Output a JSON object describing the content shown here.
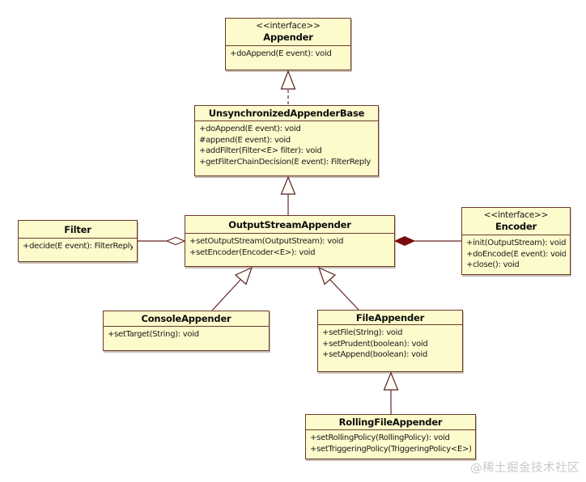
{
  "diagram": {
    "type": "uml-class-diagram",
    "watermark": "@稀土掘金技术社区",
    "colors": {
      "background": "#FFFFFF",
      "box_fill": "#FDFBCC",
      "box_border": "#6B3A2C",
      "relationship_line": "#6B2424",
      "composition_diamond": "#7A0C0C",
      "watermark_text": "#C9C9C9"
    },
    "classes": [
      {
        "id": "appender",
        "stereotype": "<<interface>>",
        "name": "Appender",
        "methods": [
          "+doAppend(E event): void"
        ]
      },
      {
        "id": "unsynchronized-appender-base",
        "name": "UnsynchronizedAppenderBase",
        "methods": [
          "+doAppend(E event): void",
          "#append(E event): void",
          "+addFilter(Filter<E> filter): void",
          "+getFilterChainDecision(E event): FilterReply"
        ]
      },
      {
        "id": "filter",
        "name": "Filter",
        "methods": [
          "+decide(E event): FilterReply"
        ]
      },
      {
        "id": "output-stream-appender",
        "name": "OutputStreamAppender",
        "methods": [
          "+setOutputStream(OutputStream): void",
          "+setEncoder(Encoder<E>): void"
        ]
      },
      {
        "id": "encoder",
        "stereotype": "<<interface>>",
        "name": "Encoder",
        "methods": [
          "+init(OutputStream): void",
          "+doEncode(E event): void",
          "+close(): void"
        ]
      },
      {
        "id": "console-appender",
        "name": "ConsoleAppender",
        "methods": [
          "+setTarget(String): void"
        ]
      },
      {
        "id": "file-appender",
        "name": "FileAppender",
        "methods": [
          "+setFile(String): void",
          "+setPrudent(boolean): void",
          "+setAppend(boolean): void"
        ]
      },
      {
        "id": "rolling-file-appender",
        "name": "RollingFileAppender",
        "methods": [
          "+setRollingPolicy(RollingPolicy): void",
          "+setTriggeringPolicy(TriggeringPolicy<E>)"
        ]
      }
    ],
    "relationships": [
      {
        "kind": "realization",
        "from": "UnsynchronizedAppenderBase",
        "to": "Appender"
      },
      {
        "kind": "generalization",
        "from": "OutputStreamAppender",
        "to": "UnsynchronizedAppenderBase"
      },
      {
        "kind": "aggregation",
        "whole": "OutputStreamAppender",
        "part": "Filter"
      },
      {
        "kind": "composition",
        "whole": "OutputStreamAppender",
        "part": "Encoder"
      },
      {
        "kind": "generalization",
        "from": "ConsoleAppender",
        "to": "OutputStreamAppender"
      },
      {
        "kind": "generalization",
        "from": "FileAppender",
        "to": "OutputStreamAppender"
      },
      {
        "kind": "generalization",
        "from": "RollingFileAppender",
        "to": "FileAppender"
      }
    ]
  }
}
